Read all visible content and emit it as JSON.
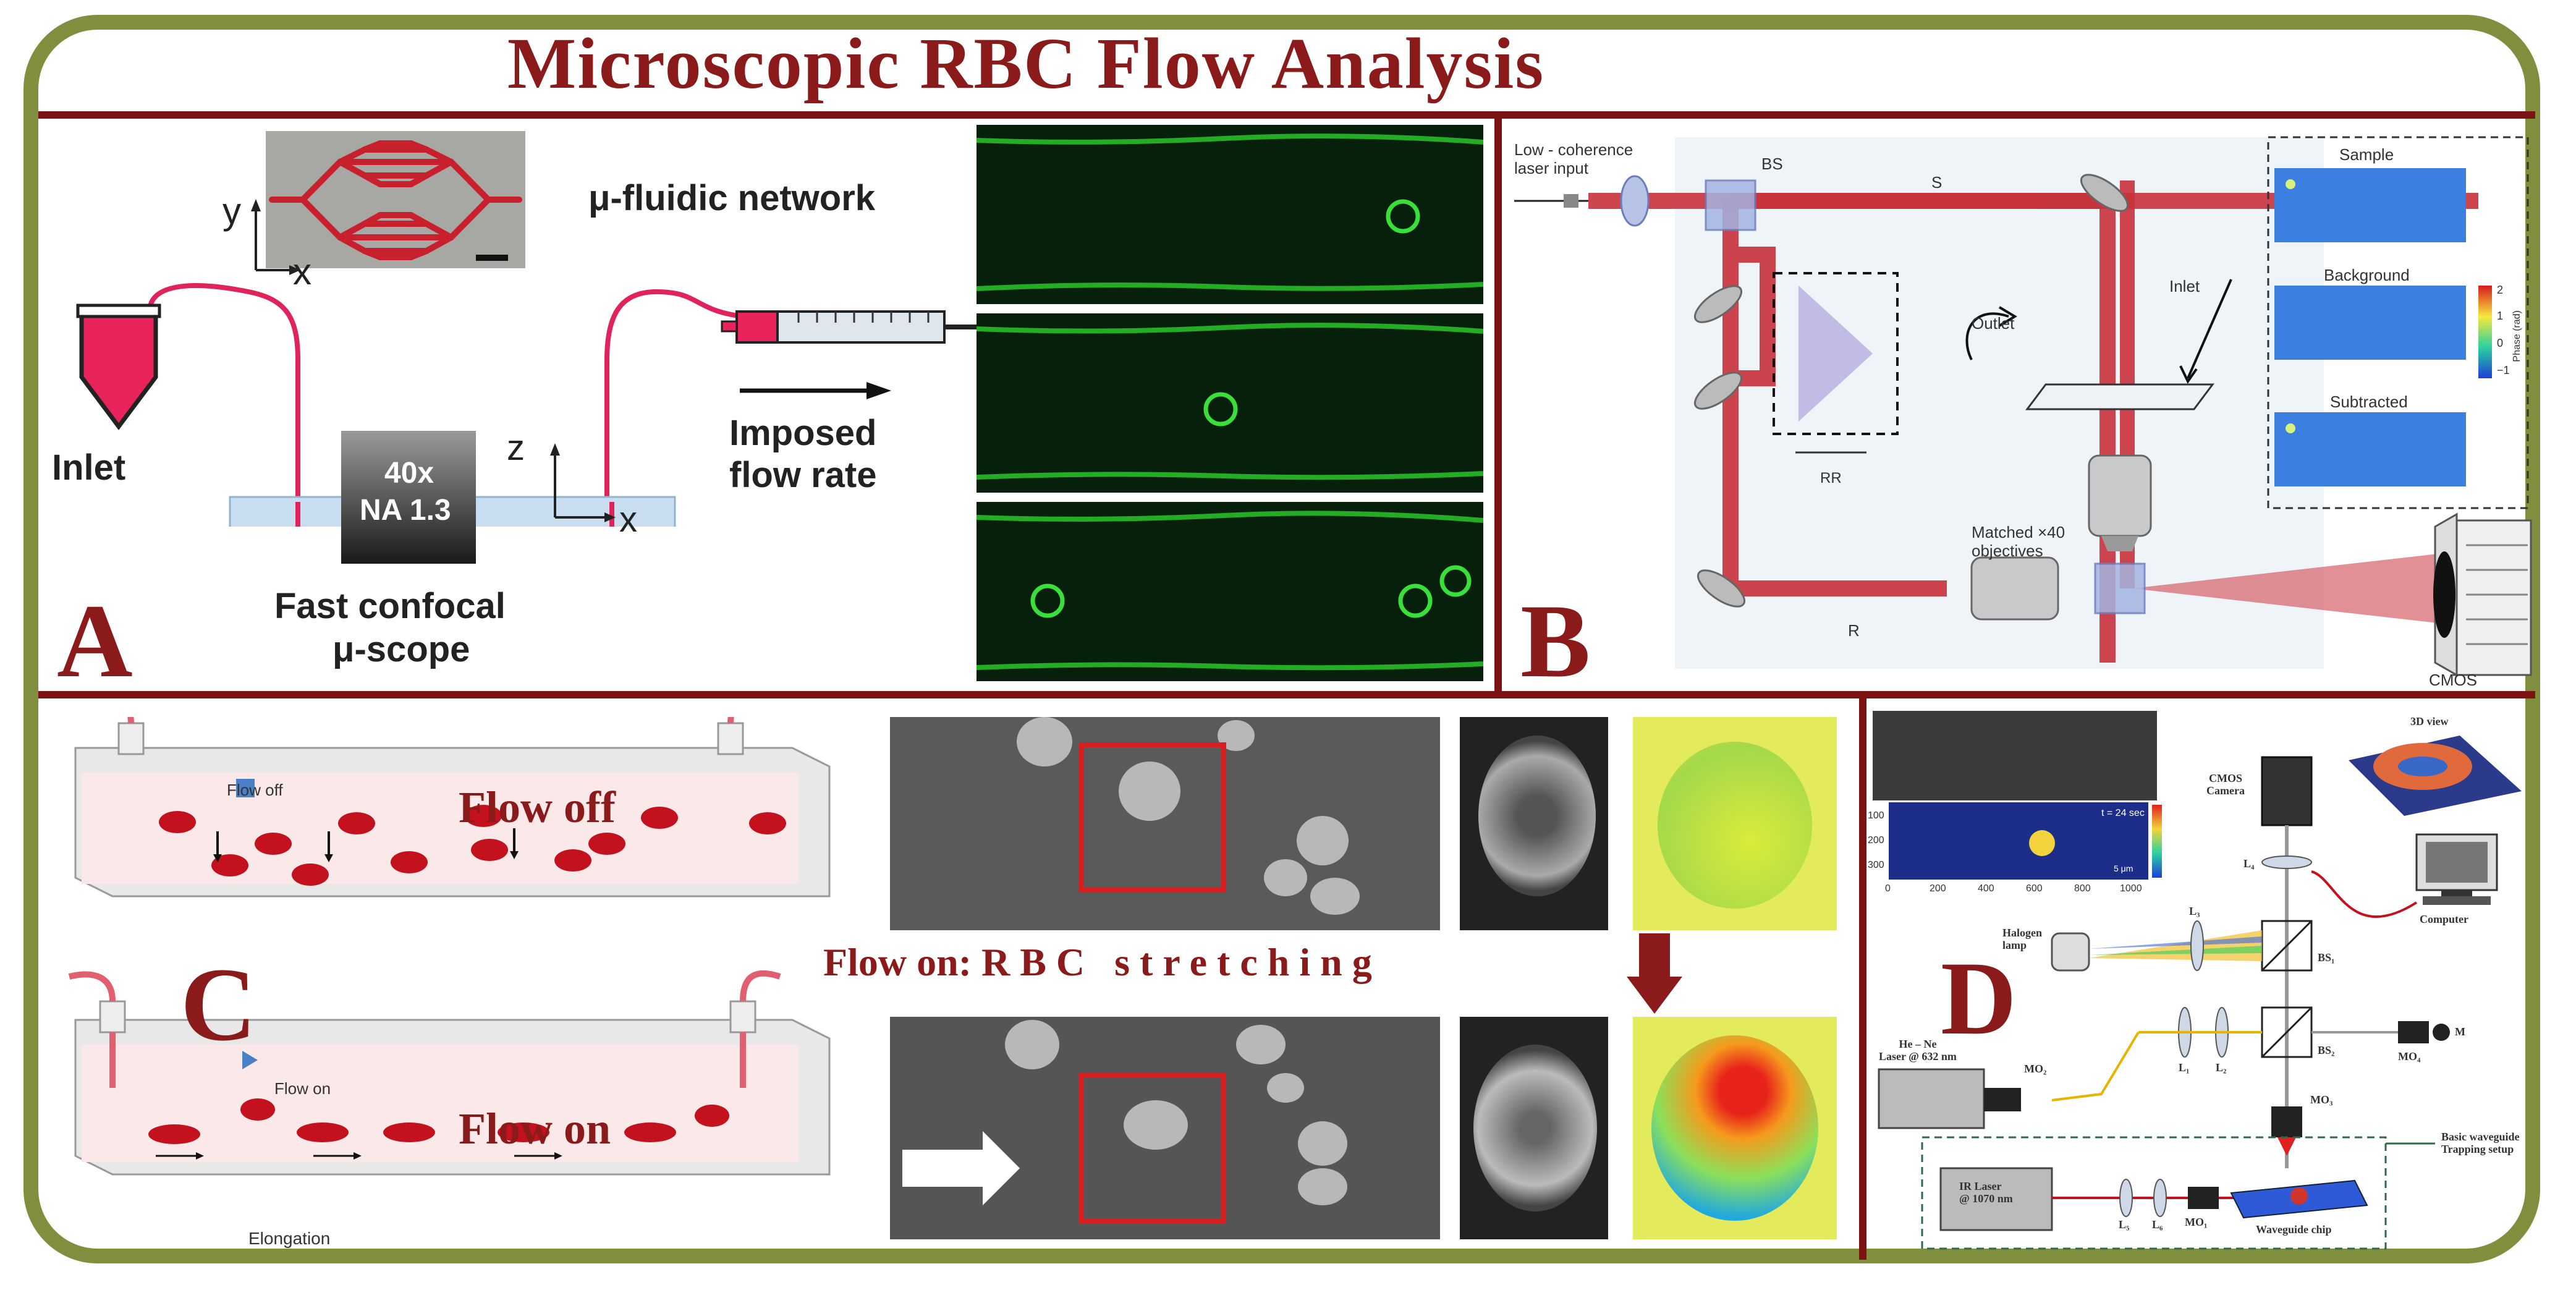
{
  "title": "Microscopic RBC Flow Analysis",
  "panelA": {
    "label": "A",
    "network_label": "μ-fluidic network",
    "axis_y": "y",
    "axis_x1": "x",
    "axis_z": "z",
    "axis_x2": "x",
    "inlet": "Inlet",
    "objective_mag": "40x",
    "objective_na": "NA 1.3",
    "scope_line1": "Fast confocal",
    "scope_line2": "μ-scope",
    "flow_line1": "Imposed",
    "flow_line2": "flow rate"
  },
  "panelB": {
    "label": "B",
    "laser_input": "Low - coherence\nlaser input",
    "bs": "BS",
    "s": "S",
    "rr": "RR",
    "outlet": "Outlet",
    "inlet": "Inlet",
    "objectives": "Matched ×40\nobjectives",
    "r": "R",
    "cmos": "CMOS",
    "sample": "Sample",
    "background": "Background",
    "subtracted": "Subtracted",
    "colorbar_label": "Phase (rad)",
    "colorbar_ticks": [
      "2",
      "1",
      "0",
      "−1"
    ]
  },
  "panelC": {
    "label": "C",
    "flow_off_legend": "Flow off",
    "flow_off": "Flow off",
    "flow_on_legend": "Flow on",
    "flow_on": "Flow on",
    "elongation": "Elongation",
    "stretching": "Flow on: R B C   s t r e t c h i n g"
  },
  "panelD": {
    "label": "D",
    "view3d": "3D view",
    "cmos_camera": "CMOS\nCamera",
    "computer": "Computer",
    "halogen": "Halogen\nlamp",
    "hene": "He – Ne\nLaser @ 632 nm",
    "ir": "IR Laser\n@ 1070 nm",
    "waveguide_chip": "Waveguide chip",
    "trapping": "Basic waveguide\nTrapping setup",
    "bs1": "BS₁",
    "bs2": "BS₂",
    "mo1": "MO₁",
    "mo2": "MO₂",
    "mo3": "MO₃",
    "mo4": "MO₄",
    "m": "M",
    "l1": "L₁",
    "l2": "L₂",
    "l3": "L₃",
    "l4": "L₄",
    "l5": "L₅",
    "l6": "L₆",
    "time": "t = 24 sec",
    "scale": "5 μm",
    "axis_ticks_x": [
      "0",
      "200",
      "400",
      "600",
      "800",
      "1000"
    ],
    "axis_ticks_y": [
      "100",
      "200",
      "300"
    ]
  },
  "colors": {
    "frame": "#7f8f3e",
    "divider": "#7d1212",
    "accent": "#8b1a1a",
    "tubing": "#e0235a",
    "fluor": "#2bd12b"
  }
}
